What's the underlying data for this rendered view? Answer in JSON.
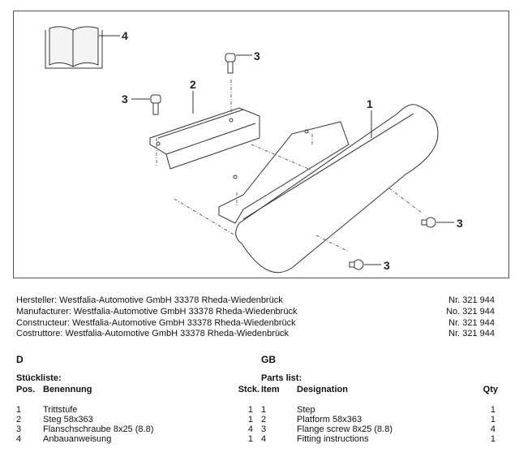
{
  "drawing": {
    "callouts": {
      "book": "4",
      "screw_top": "3",
      "bracket": "2",
      "screw_left": "3",
      "step": "1",
      "screw_right": "3",
      "screw_bottom": "3"
    }
  },
  "header": {
    "lines": [
      {
        "label": "Hersteller:  Westfalia-Automotive GmbH  33378 Rheda-Wiedenbrück",
        "number": "Nr. 321 944"
      },
      {
        "label": "Manufacturer: Westfalia-Automotive GmbH  33378 Rheda-Wiedenbrück",
        "number": "No. 321 944"
      },
      {
        "label": "Constructeur:  Westfalia-Automotive GmbH  33378 Rheda-Wiedenbrück",
        "number": "Nr. 321 944"
      },
      {
        "label": "Costruttore:  Westfalia-Automotive GmbH  33378 Rheda-Wiedenbrück",
        "number": "Nr. 321 944"
      }
    ]
  },
  "de": {
    "lang": "D",
    "title": "Stückliste:",
    "headers": {
      "pos": "Pos.",
      "name": "Benennung",
      "qty": "Stck."
    },
    "rows": [
      {
        "pos": "1",
        "name": "Trittstufe",
        "qty": "1"
      },
      {
        "pos": "2",
        "name": "Steg 58x363",
        "qty": "1"
      },
      {
        "pos": "3",
        "name": "Flanschschraube 8x25 (8.8)",
        "qty": "4"
      },
      {
        "pos": "4",
        "name": "Anbauanweisung",
        "qty": "1"
      }
    ]
  },
  "gb": {
    "lang": "GB",
    "title": "Parts list:",
    "headers": {
      "pos": "Item",
      "name": "Designation",
      "qty": "Qty"
    },
    "rows": [
      {
        "pos": "1",
        "name": "Step",
        "qty": "1"
      },
      {
        "pos": "2",
        "name": "Platform 58x363",
        "qty": "1"
      },
      {
        "pos": "3",
        "name": "Flange screw 8x25 (8.8)",
        "qty": "4"
      },
      {
        "pos": "4",
        "name": "Fitting instructions",
        "qty": "1"
      }
    ]
  }
}
